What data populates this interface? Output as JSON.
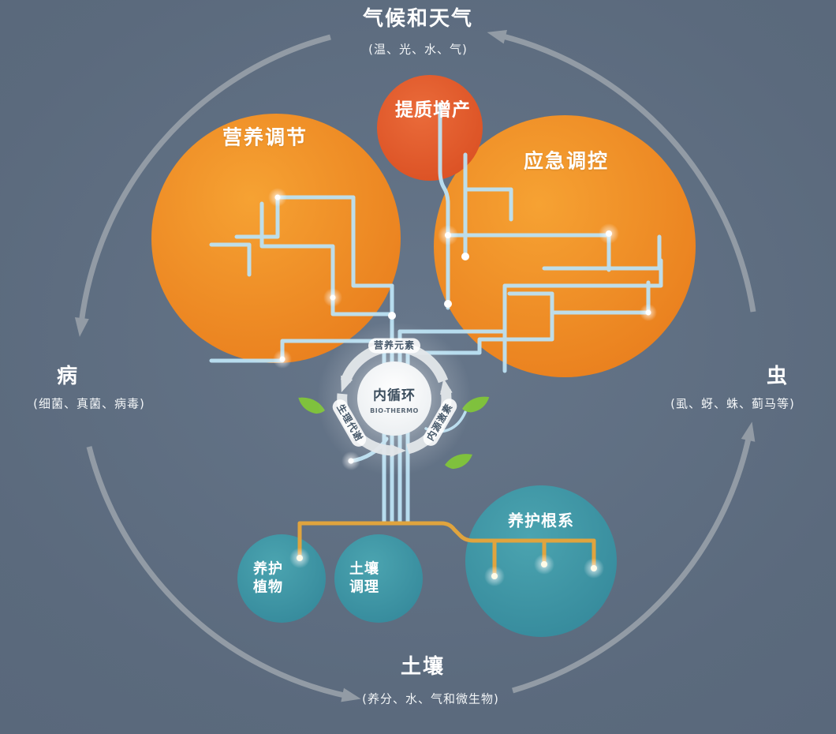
{
  "palette": {
    "background": "#5b6a7c",
    "orange": "#ee8523",
    "orange_red": "#e05a2b",
    "teal": "#3f95a4",
    "circuit_blue": "#bce2f4",
    "root_gold": "#e0a43e",
    "arrow_gray": "#9aa2ab",
    "leaf_green": "#7fc13d",
    "hub_text": "#3b4d5d"
  },
  "nodes": {
    "climate": {
      "title": "气候和天气",
      "subtitle": "(温、光、水、气)"
    },
    "disease": {
      "title": "病",
      "subtitle": "(细菌、真菌、病毒)"
    },
    "insect": {
      "title": "虫",
      "subtitle": "(虱、蚜、蛛、蓟马等)"
    },
    "soil": {
      "title": "土壤",
      "subtitle": "(养分、水、气和微生物)"
    }
  },
  "bubbles": {
    "nutrition": {
      "label": "营养调节"
    },
    "quality": {
      "label": "提质增产"
    },
    "emergency": {
      "label": "应急调控"
    },
    "plant_care": {
      "label": "养护\n植物"
    },
    "soil_conditioning": {
      "label": "土壤\n调理"
    },
    "root_care": {
      "label": "养护根系"
    }
  },
  "hub": {
    "title": "内循环",
    "subtitle": "BIO-THERMO",
    "ring": {
      "top": "营养元素",
      "left": "生理代谢",
      "right": "内源激素"
    }
  }
}
